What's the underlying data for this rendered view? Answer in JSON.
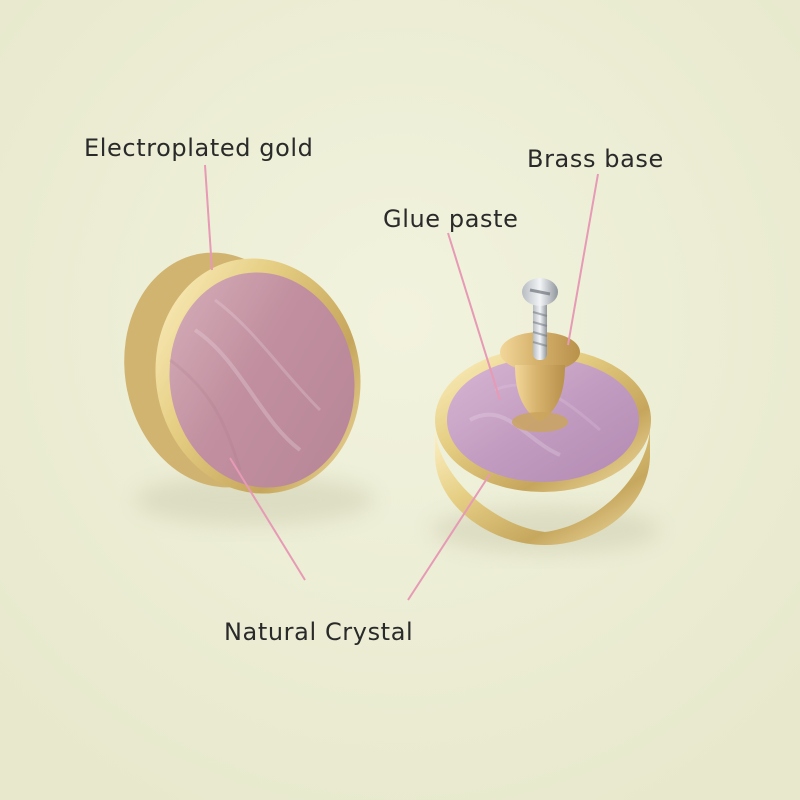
{
  "labels": {
    "electroplated_gold": "Electroplated gold",
    "brass_base": "Brass base",
    "glue_paste": "Glue paste",
    "natural_crystal": "Natural Crystal"
  },
  "colors": {
    "background": "#eff0d8",
    "crystal": "#c59aa8",
    "gold": "#e1c77d",
    "brass": "#d3b06a",
    "leader_line": "#e69ab5",
    "text": "#2a2a2a"
  }
}
